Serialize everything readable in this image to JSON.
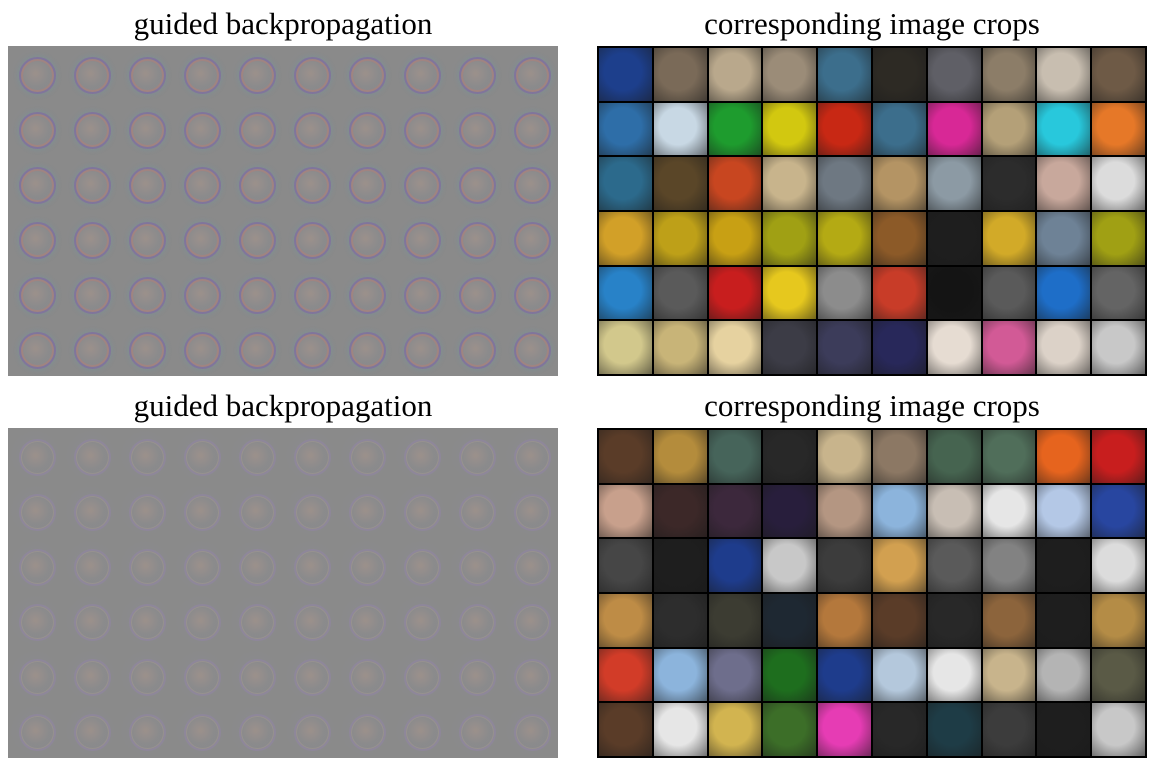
{
  "figure": {
    "top_left_title": "guided backpropagation",
    "top_right_title": "corresponding image crops",
    "bottom_left_title": "guided backpropagation",
    "bottom_right_title": "corresponding image crops"
  },
  "grid": {
    "rows": 6,
    "cols": 10
  },
  "colors": {
    "guided_background": "#8a8a8a",
    "crops_border": "#000000",
    "crops_top": [
      [
        "#1d3f8c",
        "#7a6a58",
        "#b9a88c",
        "#9b8c78",
        "#3c6e8c",
        "#2d2a24",
        "#5f5f66",
        "#8c7d68",
        "#c8beb0",
        "#6e5a46"
      ],
      [
        "#2e6ea8",
        "#c8d8e4",
        "#1e9c2e",
        "#d2c810",
        "#c82814",
        "#3c6e8c",
        "#d82896",
        "#b4a078",
        "#28c8dc",
        "#e67828"
      ],
      [
        "#2c6a8c",
        "#5a4628",
        "#c84620",
        "#c8b48c",
        "#6e7882",
        "#b49464",
        "#8c9aa4",
        "#2c2c2c",
        "#c8a89c",
        "#dcdcdc"
      ],
      [
        "#d2a028",
        "#bea018",
        "#c8a014",
        "#a0a014",
        "#b4aa14",
        "#8c5a28",
        "#1e1e1e",
        "#d2aa28",
        "#6e8296",
        "#a0a014"
      ],
      [
        "#2882c8",
        "#5a5a5a",
        "#c81e1e",
        "#e6c81e",
        "#8c8c8c",
        "#c83c28",
        "#141414",
        "#5a5a5a",
        "#1e6ec8",
        "#646464"
      ],
      [
        "#d2c88c",
        "#c8b478",
        "#e6d2a0",
        "#3c3c46",
        "#3c3c5a",
        "#28285a",
        "#e6dcd2",
        "#d25a96",
        "#dcd2c8",
        "#c8c8c8"
      ]
    ],
    "crops_bottom": [
      [
        "#5a3c28",
        "#b48c3c",
        "#46645a",
        "#282828",
        "#c8b48c",
        "#8c7864",
        "#466450",
        "#506e5a",
        "#e6641e",
        "#c81e1e"
      ],
      [
        "#c8a08c",
        "#3c2828",
        "#3c283c",
        "#281e3c",
        "#b49682",
        "#8cb4dc",
        "#c8beb4",
        "#e6e6e6",
        "#b4c8e6",
        "#2846a0"
      ],
      [
        "#464646",
        "#1e1e1e",
        "#1e3c8c",
        "#c8c8c8",
        "#3c3c3c",
        "#d2a050",
        "#5a5a5a",
        "#828282",
        "#1e1e1e",
        "#dcdcdc"
      ],
      [
        "#be8c46",
        "#2d2d2d",
        "#3c3c32",
        "#1e2832",
        "#b4783c",
        "#5a3c28",
        "#282828",
        "#8c643c",
        "#1e1e1e",
        "#b48c46"
      ],
      [
        "#d23c28",
        "#8cb4dc",
        "#6e6e8c",
        "#1e6e1e",
        "#1e3c8c",
        "#b4c8dc",
        "#e6e6e6",
        "#c8b48c",
        "#b4b4b4",
        "#5a5a46"
      ],
      [
        "#5a3c28",
        "#e6e6e6",
        "#d2b450",
        "#3c6e28",
        "#e63cb4",
        "#282828",
        "#1e3c46",
        "#3c3c3c",
        "#1e1e1e",
        "#c8c8c8"
      ]
    ]
  }
}
